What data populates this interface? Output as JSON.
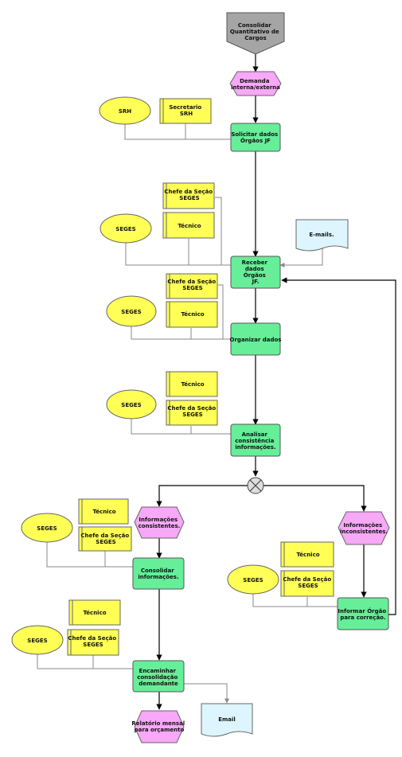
{
  "colors": {
    "function": "#66ee99",
    "event": "#f7a8f7",
    "org_unit": "#ffff55",
    "position": "#ffff55",
    "start": "#a5a5a5",
    "document": "#ddf5ff",
    "connector": "#dddddd"
  },
  "nodes": {
    "start": "Consolidar Quantitativo de Cargos",
    "demanda": "Demanda interna/externa",
    "srh": "SRH",
    "secretario": "Secretario SRH",
    "solicitar": "Solicitar dados Órgãos JF",
    "chefe1": "Chefe da Seção SEGES",
    "tecnico1": "Técnico",
    "seges1": "SEGES",
    "emails": "E-mails.",
    "receber": "Receber dados Órgãos JF.",
    "chefe2": "Chefe da Seção SEGES",
    "tecnico2": "Técnico",
    "seges2": "SEGES",
    "organizar": "Organizar dados",
    "tecnico3": "Técnico",
    "chefe3": "Chefe da Seção SEGES",
    "seges3": "SEGES",
    "analisar": "Analisar consistência informações.",
    "tecnico4": "Técnico",
    "ev_consistentes": "Informações consistentes.",
    "chefe4": "Chefe da Seção SEGES",
    "seges4": "SEGES",
    "consolidar": "Consolidar informações.",
    "ev_inconsistentes": "Informações inconsistentes.",
    "tecnico5": "Técnico",
    "chefe5": "Chefe da Seção SEGES",
    "seges5": "SEGES",
    "informar": "Informar Órgão para correção.",
    "tecnico6": "Técnico",
    "chefe6": "Chefe da Seção SEGES",
    "seges6": "SEGES",
    "encaminhar": "Encaminhar consolidação demandante",
    "relatorio": "Relatório mensal para orçamento",
    "email": "Email"
  }
}
